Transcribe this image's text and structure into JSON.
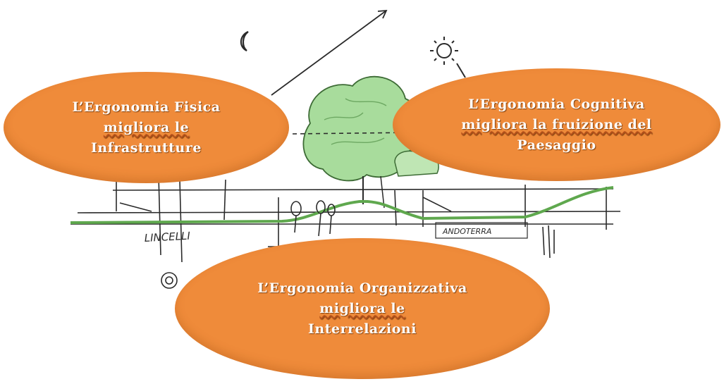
{
  "bubbles": {
    "fisica": {
      "line1": "L’Ergonomia Fisica",
      "line2": "migliora  le",
      "line3": "Infrastrutture"
    },
    "cognitiva": {
      "line1": "L’Ergonomia Cognitiva",
      "line2": "migliora la fruizione del",
      "line3": "Paesaggio"
    },
    "organizzativa": {
      "line1": "L’Ergonomia Organizzativa",
      "line2": "migliora le",
      "line3": "Interrelazioni"
    }
  },
  "sketch_labels": {
    "left_note": "LINCELLI",
    "right_note": "ANDOTERRA"
  },
  "colors": {
    "bubble_fill": "#ef8b3a",
    "sketch_ink": "#2a2a2a",
    "greenery": "#8fcf8a",
    "ground_line": "#5fa84e"
  }
}
